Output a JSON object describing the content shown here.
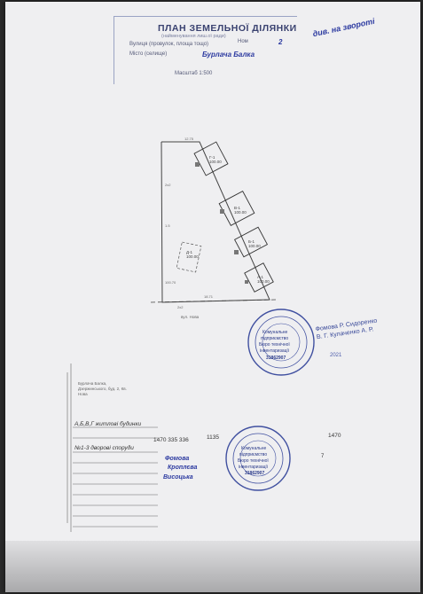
{
  "header": {
    "title": "ПЛАН ЗЕМЕЛЬНОЇ ДІЛЯНКИ",
    "subtitle": "(найменування лиш.ої ради)",
    "street_label": "Вулиця (провулок, площа тощо)",
    "house_label": "Ном",
    "house_value": "2",
    "city_label": "Місто (селище)",
    "city_value": "Бурлача Балка",
    "scale": "Масштаб 1:500",
    "handwritten_note": "див. на звороті"
  },
  "plan": {
    "street_caption": "вул. Нова",
    "buildings": [
      {
        "code": "Г-1",
        "area": "100.00"
      },
      {
        "code": "В-1",
        "area": "100.00"
      },
      {
        "code": "Б-1",
        "area": "100.00"
      },
      {
        "code": "Д-1",
        "area": "100.00"
      },
      {
        "code": "А-1",
        "area": "100.00"
      }
    ]
  },
  "stamps": {
    "round_top": {
      "line1": "Комунальне",
      "line2": "підприємство",
      "line3": "Бюро технічної",
      "line4": "інвентаризації",
      "id": "31862907"
    },
    "round_bottom": {
      "line1": "Комунальне",
      "line2": "підприємство",
      "line3": "Бюро технічної",
      "line4": "інвентаризації",
      "id": "31862907"
    },
    "side_text": "Фомова Р. Сидоренко В. Г. Кулаченко А. Р.",
    "side_year": "2021"
  },
  "address_block": {
    "text": "Бурлача Балка, Дзержинського, буд. 2, Кв. Нова"
  },
  "legend": {
    "row1": "А,Б,В,Г житлові будинки",
    "row2": "№1-3 дворові споруди"
  },
  "numbers": {
    "n1": "1470 335 336",
    "n2": "1135",
    "n3": "1470"
  },
  "signatures": {
    "p1": "Фомова",
    "p2": "Кроплєва",
    "p3": "Висоцька",
    "sign2": "7"
  }
}
